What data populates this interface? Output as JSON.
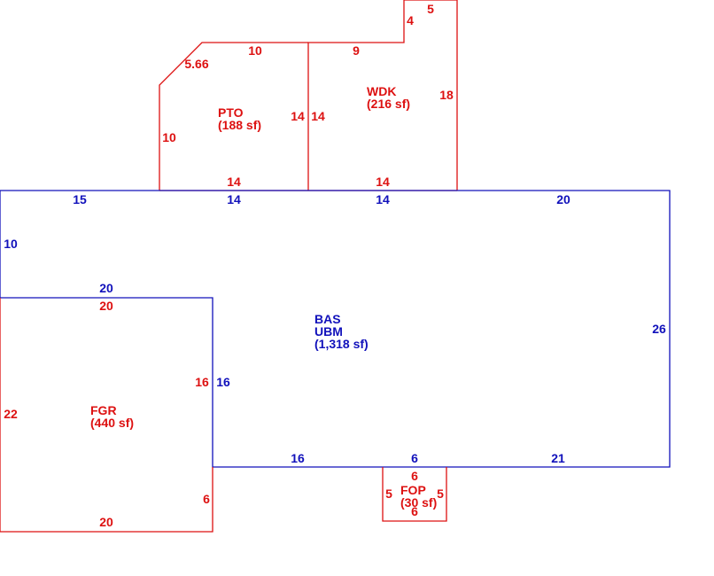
{
  "colors": {
    "red": "#dd1111",
    "blue": "#1111bb",
    "background": "#ffffff"
  },
  "areas": [
    {
      "code": "PTO",
      "area": "(188 sf)",
      "color": "red"
    },
    {
      "code": "WDK",
      "area": "(216 sf)",
      "color": "red"
    },
    {
      "code": "BAS",
      "code2": "UBM",
      "area": "(1,318 sf)",
      "color": "blue"
    },
    {
      "code": "FGR",
      "area": "(440 sf)",
      "color": "red"
    },
    {
      "code": "FOP",
      "area": "(30 sf)",
      "color": "red"
    }
  ],
  "dimensions": {
    "wdk_top_short": "5",
    "wdk_notch_side": "4",
    "wdk_top_long": "9",
    "wdk_right": "18",
    "wdk_left": "14",
    "wdk_bottom": "14",
    "pto_top": "10",
    "pto_diagonal": "5.66",
    "pto_left": "10",
    "pto_right": "14",
    "pto_bottom": "14",
    "bas_top_1": "15",
    "bas_top_2": "14",
    "bas_top_3": "14",
    "bas_top_4": "20",
    "bas_left": "10",
    "bas_step": "20",
    "bas_right": "26",
    "bas_inner_side": "16",
    "bas_bottom_1": "16",
    "bas_bottom_2": "6",
    "bas_bottom_3": "21",
    "fgr_top": "20",
    "fgr_right": "16",
    "fgr_left": "22",
    "fgr_right_lower": "6",
    "fgr_bottom": "20",
    "fop_top": "6",
    "fop_left": "5",
    "fop_right": "5",
    "fop_bottom": "6"
  }
}
